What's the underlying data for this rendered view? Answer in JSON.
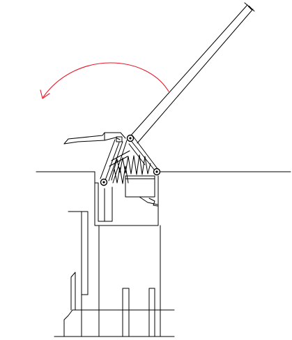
{
  "figure": {
    "line_color": "#000000",
    "arrow_color": "#e8192c",
    "background": "#ffffff",
    "components": [
      "ground-line",
      "floor-line",
      "lever-handle",
      "rotation-arrow",
      "hinged-lid",
      "pivot-bracket",
      "pivot-joints",
      "coil-springs",
      "spring-housing",
      "mounting-frame",
      "support-columns",
      "base-plate"
    ]
  }
}
